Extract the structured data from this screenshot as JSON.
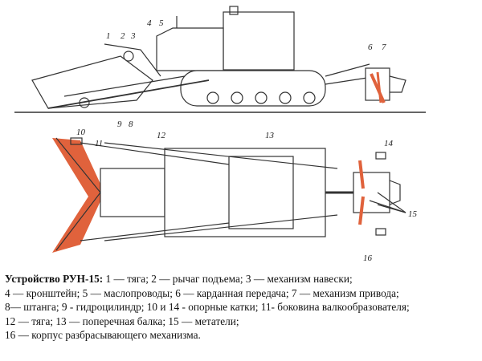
{
  "diagram": {
    "labels": [
      "1",
      "2",
      "3",
      "4",
      "5",
      "6",
      "7",
      "8",
      "9",
      "10",
      "11",
      "12",
      "13",
      "14",
      "15",
      "16"
    ],
    "colors": {
      "line": "#333333",
      "accent": "#e0623c",
      "ground": "#555555"
    }
  },
  "caption": {
    "title": "Устройство РУН-15:",
    "lines": [
      " 1 — тяга; 2 — рычаг подъема; 3 — механизм навески;",
      "4 — кронштейн; 5 — маслопроводы; 6 — карданная передача; 7 — механизм привода;",
      "8— штанга; 9 - гидроцилиндр; 10 и 14 - опорные катки; 11- боковина валкообразователя;",
      "12 — тяга; 13 — поперечная балка; 15 — метатели;",
      "16 — корпус разбрасывающего механизма."
    ]
  }
}
